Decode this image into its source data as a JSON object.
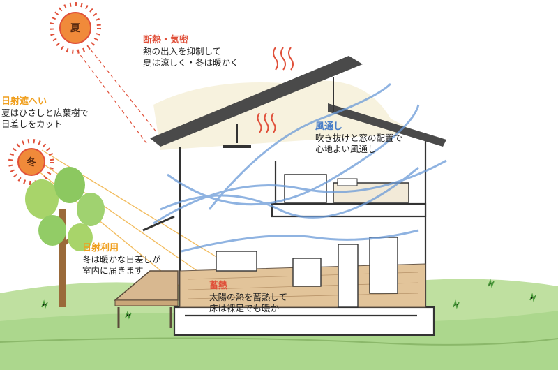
{
  "suns": {
    "summer": "夏",
    "winter": "冬"
  },
  "notes": {
    "insulation": {
      "title": "断熱・気密",
      "lines": [
        "熱の出入を抑制して",
        "夏は涼しく・冬は暖かく"
      ]
    },
    "shading": {
      "title": "日射遮へい",
      "lines": [
        "夏はひさしと広葉樹で",
        "日差しをカット"
      ]
    },
    "ventilation": {
      "title": "風通し",
      "lines": [
        "吹き抜けと窓の配置で",
        "心地よい風通し"
      ]
    },
    "solar_gain": {
      "title": "日射利用",
      "lines": [
        "冬は暖かな日差しが",
        "室内に届きます"
      ]
    },
    "heat_storage": {
      "title": "蓄熱",
      "lines": [
        "太陽の熱を蓄熱して",
        "床は裸足でも暖か"
      ]
    }
  },
  "colors": {
    "title_red": "#e0503a",
    "title_orange": "#f0a020",
    "title_blue": "#4a7fc8",
    "sun_fill": "#f08a3a",
    "wind": "#6a9ad8",
    "ground": "#9cc87a",
    "roof_dark": "#3a3a3a",
    "wood_floor": "#d8b890"
  }
}
